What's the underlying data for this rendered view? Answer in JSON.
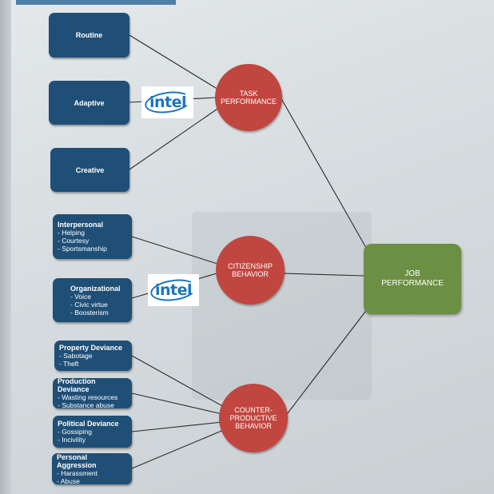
{
  "colors": {
    "blue_box": "#1f4f77",
    "red_circle": "#c1463f",
    "green_box": "#6b8f43",
    "connector": "#2b2b2b",
    "logo_blue": "#1b74bd"
  },
  "task_dimensions": {
    "routine": "Routine",
    "adaptive": "Adaptive",
    "creative": "Creative"
  },
  "citizenship_dimensions": {
    "interpersonal": {
      "title": "Interpersonal",
      "items": [
        "- Helping",
        "- Courtesy",
        "- Sportsmanship"
      ]
    },
    "organizational": {
      "title": "Organizational",
      "items": [
        "- Voice",
        "- Civic virtue",
        "- Boosterism"
      ]
    }
  },
  "counterproductive_dimensions": {
    "property": {
      "title": "Property Deviance",
      "items": [
        "- Sabotage",
        "- Theft"
      ]
    },
    "production": {
      "title": "Production Deviance",
      "items": [
        "- Wasting resources",
        "- Substance abuse"
      ]
    },
    "political": {
      "title": "Political Deviance",
      "items": [
        "- Gossiping",
        "- Incivility"
      ]
    },
    "aggression": {
      "title": "Personal Aggression",
      "items": [
        "- Harassment",
        "- Abuse"
      ]
    }
  },
  "hubs": {
    "task": {
      "line1": "TASK",
      "line2": "PERFORMANCE"
    },
    "citizenship": {
      "line1": "CITIZENSHIP",
      "line2": "BEHAVIOR"
    },
    "counterproductive": {
      "line1": "COUNTER-",
      "line2": "PRODUCTIVE",
      "line3": "BEHAVIOR"
    }
  },
  "outcome": {
    "line1": "JOB",
    "line2": "PERFORMANCE"
  },
  "logos": [
    {
      "icon": "intel-logo",
      "text": "intel"
    },
    {
      "icon": "intel-logo",
      "text": "intel"
    }
  ]
}
